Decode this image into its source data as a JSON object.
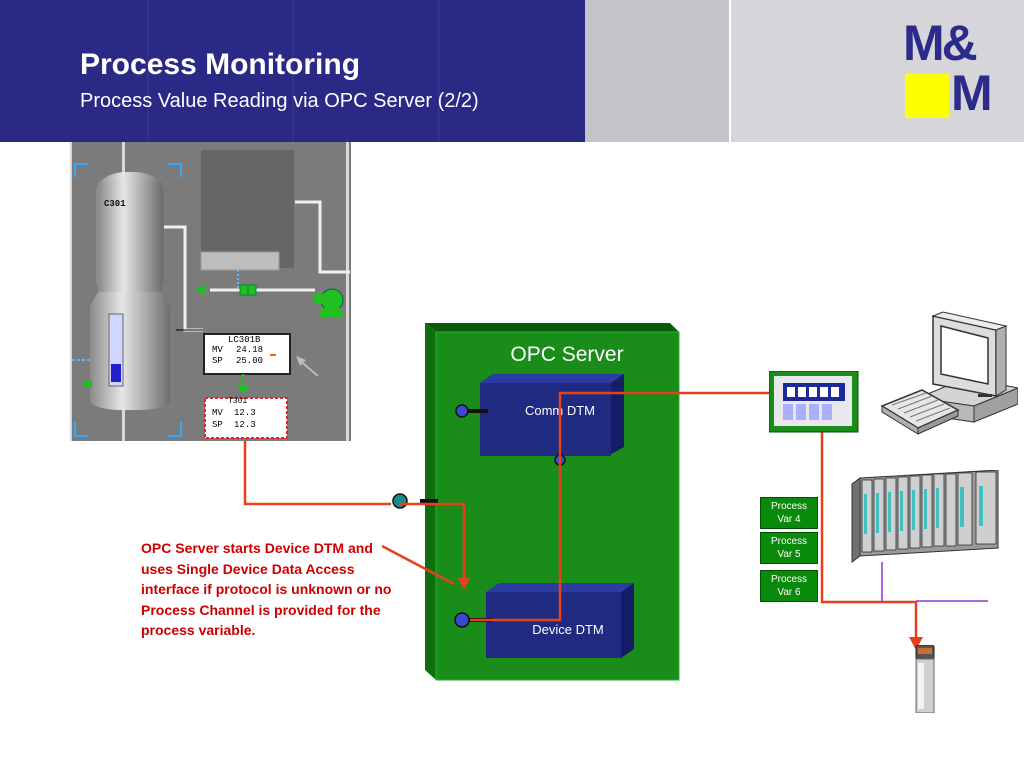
{
  "header": {
    "title": "Process Monitoring",
    "subtitle": "Process Value Reading via OPC Server (2/2)",
    "colors": {
      "band": "#2a2a86",
      "gray1": "#c3c3c9",
      "gray2": "#d6d6da"
    }
  },
  "logo": {
    "text_top": "M&",
    "text_bottom": "M",
    "colors": {
      "text": "#2b2b8c",
      "square": "#ffff00"
    }
  },
  "process_graphic": {
    "vessel_label": "C301",
    "controller": {
      "tag": "LC301B",
      "rows": [
        {
          "label": "MV",
          "value": "24.18"
        },
        {
          "label": "SP",
          "value": "25.00"
        }
      ]
    },
    "indicator": {
      "tag": "T301",
      "rows": [
        {
          "label": "MV",
          "value": "12.3"
        },
        {
          "label": "SP",
          "value": "12.3"
        }
      ]
    }
  },
  "opc": {
    "server_label": "OPC Server",
    "comm_dtm_label": "Comm DTM",
    "device_dtm_label": "Device DTM",
    "colors": {
      "server": "#1a8c1a",
      "dtm": "#1f2a80",
      "line": "#e8401a"
    }
  },
  "callout": "OPC Server starts Device DTM and uses Single Device Data Access interface if protocol is unknown or no Process Channel is provided for the process variable.",
  "process_vars": [
    {
      "line1": "Process",
      "line2": "Var 4"
    },
    {
      "line1": "Process",
      "line2": "Var 5"
    },
    {
      "line1": "Process",
      "line2": "Var 6"
    }
  ],
  "icons": [
    "computer-icon",
    "keyboard-icon",
    "display-device-icon",
    "plc-rack-icon",
    "transmitter-icon",
    "pump-icon",
    "valve-icon"
  ]
}
